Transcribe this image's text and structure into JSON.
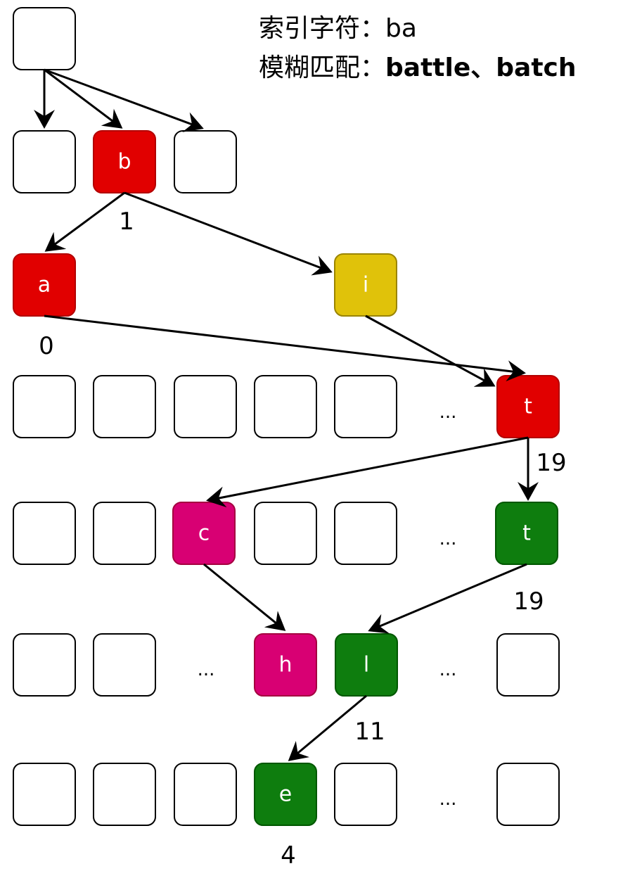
{
  "legend": {
    "index_label": "索引字符：",
    "index_value": "ba",
    "fuzzy_label": "模糊匹配：",
    "fuzzy_values": "battle、batch"
  },
  "nodes": {
    "b": "b",
    "a": "a",
    "i": "i",
    "t1": "t",
    "c": "c",
    "t2": "t",
    "h": "h",
    "l": "l",
    "e": "e"
  },
  "indices": {
    "b": "1",
    "a": "0",
    "t1": "19",
    "t2": "19",
    "l": "11",
    "e": "4"
  },
  "ellipsis": "..."
}
